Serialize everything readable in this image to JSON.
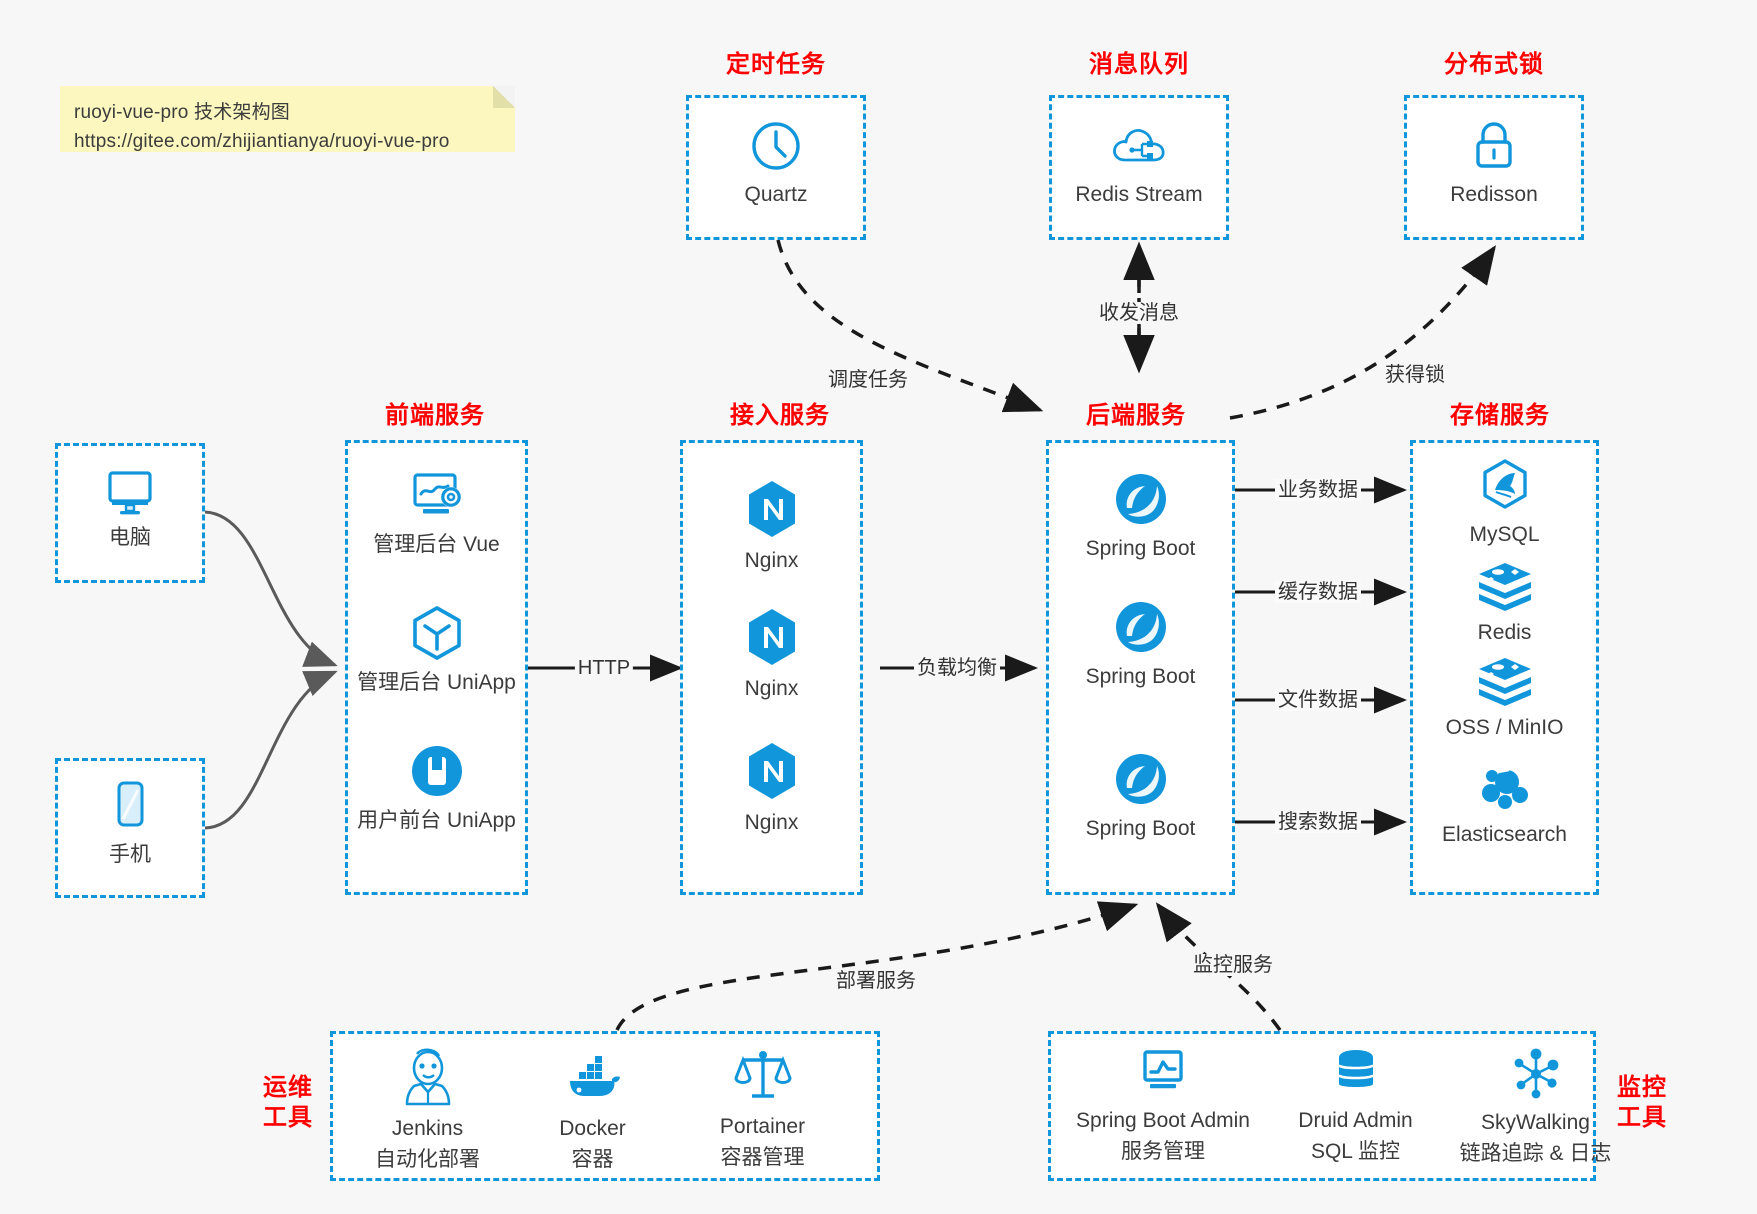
{
  "note": {
    "line1": "ruoyi-vue-pro 技术架构图",
    "line2": "https://gitee.com/zhijiantianya/ruoyi-vue-pro"
  },
  "groups": {
    "scheduler": "定时任务",
    "mq": "消息队列",
    "lock": "分布式锁",
    "frontend": "前端服务",
    "gateway": "接入服务",
    "backend": "后端服务",
    "storage": "存储服务",
    "devops_line1": "运维",
    "devops_line2": "工具",
    "monitor_line1": "监控",
    "monitor_line2": "工具"
  },
  "nodes": {
    "quartz": {
      "label": "Quartz",
      "icon": "clock-icon"
    },
    "redis_stream": {
      "label": "Redis Stream",
      "icon": "cloud-network-icon"
    },
    "redisson": {
      "label": "Redisson",
      "icon": "lock-icon"
    },
    "pc": {
      "label": "电脑",
      "icon": "monitor-icon"
    },
    "phone": {
      "label": "手机",
      "icon": "mobile-icon"
    },
    "admin_vue": {
      "label": "管理后台 Vue",
      "icon": "dashboard-icon"
    },
    "admin_uniapp": {
      "label": "管理后台 UniApp",
      "icon": "uniapp-hex-icon"
    },
    "user_uniapp": {
      "label": "用户前台 UniApp",
      "icon": "app-square-icon"
    },
    "nginx1": {
      "label": "Nginx",
      "icon": "nginx-icon"
    },
    "nginx2": {
      "label": "Nginx",
      "icon": "nginx-icon"
    },
    "nginx3": {
      "label": "Nginx",
      "icon": "nginx-icon"
    },
    "springboot1": {
      "label": "Spring Boot",
      "icon": "spring-leaf-icon"
    },
    "springboot2": {
      "label": "Spring Boot",
      "icon": "spring-leaf-icon"
    },
    "springboot3": {
      "label": "Spring Boot",
      "icon": "spring-leaf-icon"
    },
    "mysql": {
      "label": "MySQL",
      "icon": "mysql-dolphin-icon"
    },
    "redis": {
      "label": "Redis",
      "icon": "redis-stack-icon"
    },
    "oss": {
      "label": "OSS / MinIO",
      "icon": "redis-stack-icon"
    },
    "elasticsearch": {
      "label": "Elasticsearch",
      "icon": "elasticsearch-icon"
    },
    "jenkins": {
      "label": "Jenkins",
      "sub": "自动化部署",
      "icon": "jenkins-butler-icon"
    },
    "docker": {
      "label": "Docker",
      "sub": "容器",
      "icon": "docker-whale-icon"
    },
    "portainer": {
      "label": "Portainer",
      "sub": "容器管理",
      "icon": "scales-icon"
    },
    "sba": {
      "label": "Spring Boot Admin",
      "sub": "服务管理",
      "icon": "monitor-chart-icon"
    },
    "druid": {
      "label": "Druid Admin",
      "sub": "SQL 监控",
      "icon": "database-icon"
    },
    "skywalking": {
      "label": "SkyWalking",
      "sub": "链路追踪 & 日志",
      "icon": "skywalking-icon"
    }
  },
  "edges": {
    "schedule_task": "调度任务",
    "send_receive_msg": "收发消息",
    "acquire_lock": "获得锁",
    "http": "HTTP",
    "load_balance": "负载均衡",
    "business_data": "业务数据",
    "cache_data": "缓存数据",
    "file_data": "文件数据",
    "search_data": "搜索数据",
    "deploy_service": "部署服务",
    "monitor_service": "监控服务"
  },
  "colors": {
    "accent": "#1296db",
    "title": "#ff0000",
    "text": "#3c3c3c",
    "note_bg": "#fbf7bf",
    "background": "#f7f7f7",
    "arrow": "#1a1a1a",
    "curve": "#5a5a5a"
  }
}
